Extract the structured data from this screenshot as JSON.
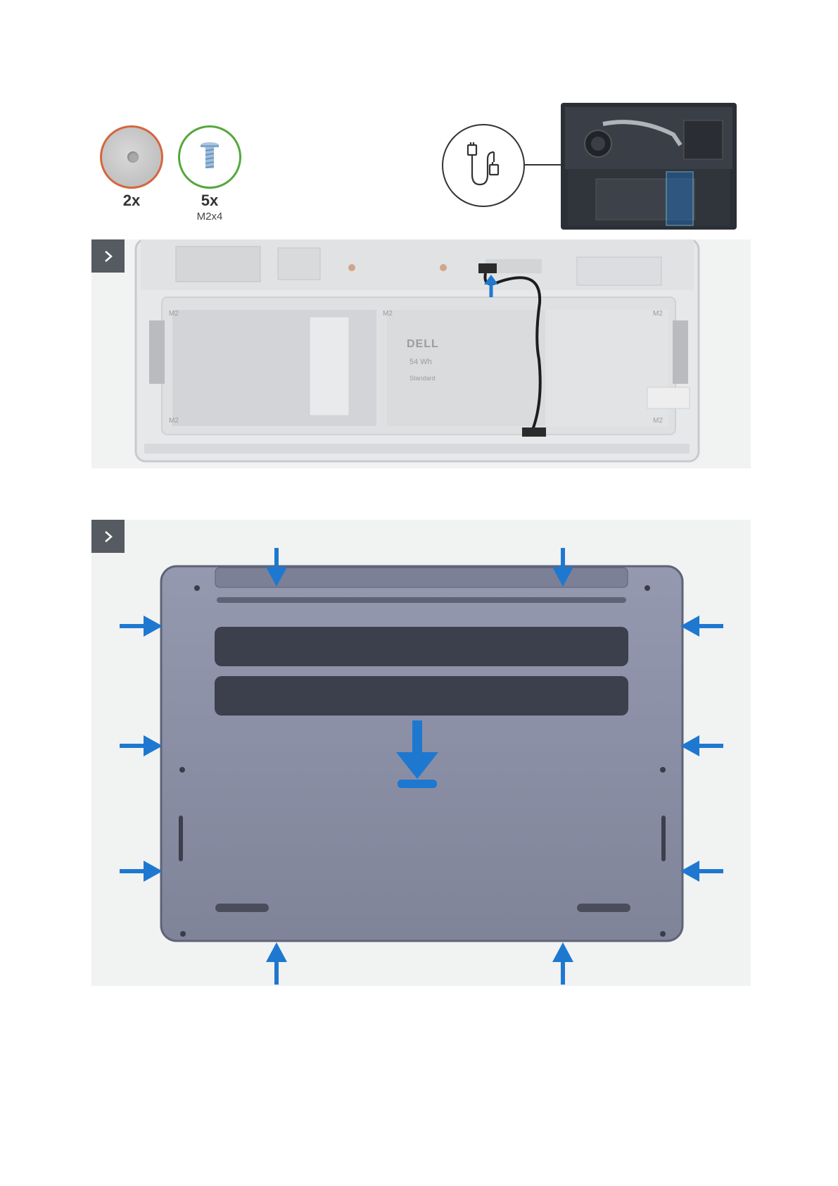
{
  "parts": [
    {
      "name": "rubber-feet",
      "count": "2x",
      "size": ""
    },
    {
      "name": "screw",
      "count": "5x",
      "size": "M2x4"
    }
  ],
  "step1": {
    "battery_brand": "DELL",
    "battery_capacity": "54 Wh",
    "battery_type": "Standard",
    "screw_labels": [
      "M2",
      "M2",
      "M2",
      "M2",
      "M2"
    ]
  },
  "colors": {
    "accent_arrow": "#1e78d0",
    "rubber_ring": "#d5663e",
    "screw_ring": "#54a83d",
    "step_badge": "#555b60",
    "cover": "#8a8fa6"
  },
  "icons": [
    "chevron-right-icon",
    "battery-cable-icon",
    "arrow-icon"
  ]
}
